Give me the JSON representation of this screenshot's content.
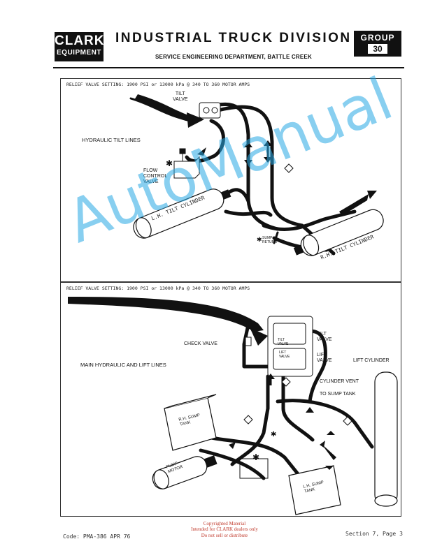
{
  "header": {
    "logo_line1": "CLARK",
    "logo_line2": "EQUIPMENT",
    "division_title": "INDUSTRIAL TRUCK DIVISION",
    "department": "SERVICE ENGINEERING DEPARTMENT, BATTLE CREEK",
    "group_label": "GROUP",
    "group_number": "30"
  },
  "top_diagram": {
    "relief_setting": "RELIEF VALVE SETTING: 1900 PSI or 13000 kPa @ 340 TO 360 MOTOR AMPS",
    "title": "HYDRAULIC TILT LINES",
    "tilt_valve": [
      "TILT",
      "VALVE"
    ],
    "flow_control_valve": [
      "FLOW",
      "CONTROL",
      "VALVE"
    ],
    "lh_tilt_cylinder": "L.H. TILT CYLINDER",
    "rh_tilt_cylinder": "R.H. TILT CYLINDER",
    "sump_return": [
      "SUMP",
      "RETURN"
    ]
  },
  "bottom_diagram": {
    "relief_setting": "RELIEF VALVE SETTING: 1900 PSI or 13000 kPa @ 340 TO 360 MOTOR AMPS",
    "title": "MAIN HYDRAULIC AND LIFT LINES",
    "check_valve": "CHECK VALVE",
    "tilt_valve": [
      "TILT",
      "VALVE"
    ],
    "lift_valve": [
      "LIFT",
      "VALVE"
    ],
    "tilt_valve_small": [
      "TILT",
      "VALVE"
    ],
    "lift_valve_small": [
      "LIFT",
      "VALVE"
    ],
    "lift_cylinder": "LIFT CYLINDER",
    "cylinder_vent": "CYLINDER VENT",
    "to_sump_tank": "TO SUMP TANK",
    "rh_sump_tank": [
      "R.H. SUMP",
      "TANK"
    ],
    "lh_sump_tank": [
      "L.H. SUMP",
      "TANK"
    ],
    "pump_motor": [
      "PUMP",
      "MOTOR"
    ]
  },
  "watermark": "AutoManual",
  "footer": {
    "code": "Code: PMA-386  APR 76",
    "copyright": [
      "Copyrighted Material",
      "Intended for CLARK dealers only",
      "Do not sell or distribute"
    ],
    "page": "Section 7, Page 3"
  }
}
